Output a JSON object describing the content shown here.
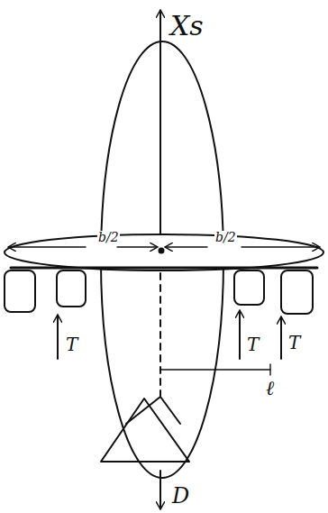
{
  "diagram": {
    "labels": [
      "Xs",
      "b/2",
      "b/2",
      "T",
      "T",
      "T",
      "ℓ",
      "D"
    ]
  }
}
